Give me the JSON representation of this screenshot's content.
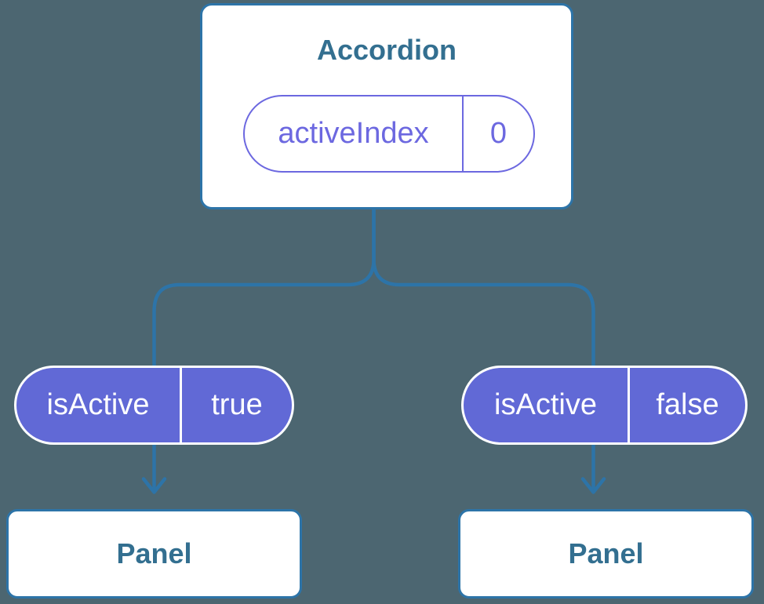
{
  "colors": {
    "background": "#4c6671",
    "line": "#2d74a8",
    "card_bg": "#ffffff",
    "card_border": "#2d74a8",
    "title_text": "#336f90",
    "purple": "#6c68e0",
    "pill_fill": "#6169d6",
    "pill_text": "#ffffff"
  },
  "tree": {
    "root": {
      "title": "Accordion",
      "state": {
        "label": "activeIndex",
        "value": "0"
      }
    },
    "branches": [
      {
        "prop": {
          "label": "isActive",
          "value": "true"
        },
        "child": {
          "title": "Panel"
        }
      },
      {
        "prop": {
          "label": "isActive",
          "value": "false"
        },
        "child": {
          "title": "Panel"
        }
      }
    ]
  }
}
